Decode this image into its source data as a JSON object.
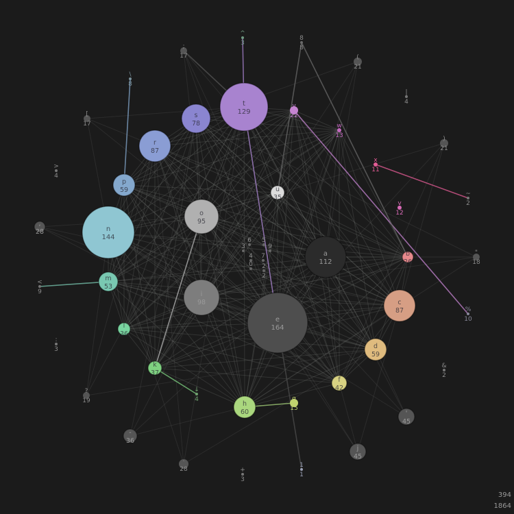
{
  "graph": {
    "nodes": [
      {
        "id": "t",
        "value": 129,
        "color": "#a883cf"
      },
      {
        "id": "s",
        "value": 78,
        "color": "#8a85d0"
      },
      {
        "id": "r",
        "value": 87,
        "color": "#8a9dd4"
      },
      {
        "id": "p",
        "value": 59,
        "color": "#84a8cd"
      },
      {
        "id": "n",
        "value": 144,
        "color": "#8fc6d2"
      },
      {
        "id": "o",
        "value": 95,
        "color": "#b0b0b0"
      },
      {
        "id": "u",
        "value": 35,
        "color": "#dcdcdc"
      },
      {
        "id": "m",
        "value": 53,
        "color": "#79c8b1"
      },
      {
        "id": "i",
        "value": 98,
        "color": "#7d7d7d"
      },
      {
        "id": "a",
        "value": 112,
        "color": "#2b2b2b"
      },
      {
        "id": "e",
        "value": 164,
        "color": "#4e4e4e"
      },
      {
        "id": "c",
        "value": 87,
        "color": "#d69e84"
      },
      {
        "id": "d",
        "value": 59,
        "color": "#dfbb7e"
      },
      {
        "id": "l",
        "value": 36,
        "color": "#79d5a0"
      },
      {
        "id": "k",
        "value": 37,
        "color": "#7fd181"
      },
      {
        "id": "f",
        "value": 42,
        "color": "#d8d282"
      },
      {
        "id": "h",
        "value": 60,
        "color": "#aad77e"
      },
      {
        "id": "g",
        "value": 15,
        "color": "#c2d46f"
      },
      {
        "id": "b",
        "value": 26,
        "color": "#e7898c"
      },
      {
        "id": "y",
        "value": 22,
        "color": "#c584d1"
      },
      {
        "id": "w",
        "value": 13,
        "color": "#c469c0"
      },
      {
        "id": "v",
        "value": 12,
        "color": "#d76ab6"
      },
      {
        "id": "x",
        "value": 11,
        "color": "#e45c95"
      },
      {
        "id": "j",
        "value": 45,
        "color": "#555555"
      },
      {
        "id": "'",
        "value": 45,
        "color": "#555555"
      },
      {
        "id": "-",
        "value": 36,
        "color": "#555555"
      },
      {
        "id": ",",
        "value": 28,
        "color": "#555555"
      },
      {
        "id": ".",
        "value": 28,
        "color": "#555555"
      },
      {
        "id": "(",
        "value": 21,
        "color": "#555555"
      },
      {
        "id": ")",
        "value": 21,
        "color": "#555555"
      },
      {
        "id": "?",
        "value": 19,
        "color": "#555555"
      },
      {
        "id": "\"",
        "value": 18,
        "color": "#555555"
      },
      {
        "id": ";",
        "value": 17,
        "color": "#555555"
      },
      {
        "id": "[",
        "value": 17,
        "color": "#555555"
      },
      {
        "id": "1",
        "value": 1,
        "color": "#9aa0b5"
      },
      {
        "id": "^",
        "value": 3,
        "color": "#6f9a82"
      },
      {
        "id": "8",
        "value": 8,
        "color": "#6a6a6a"
      },
      {
        "id": "\\",
        "value": 8,
        "color": "#79909a"
      },
      {
        "id": "|",
        "value": 4,
        "color": "#777777"
      },
      {
        "id": "~",
        "value": 2,
        "color": "#777777"
      },
      {
        "id": ">",
        "value": 4,
        "color": "#777777"
      },
      {
        "id": "<",
        "value": 9,
        "color": "#777777"
      },
      {
        "id": ":",
        "value": 3,
        "color": "#777777"
      },
      {
        "id": "%",
        "value": 10,
        "color": "#888899"
      },
      {
        "id": "&",
        "value": 2,
        "color": "#777777"
      },
      {
        "id": "↓",
        "value": 4,
        "color": "#6ea06e"
      },
      {
        "id": "+",
        "value": 3,
        "color": "#777777"
      },
      {
        "id": "6",
        "value": 0,
        "color": "#666666"
      },
      {
        "id": "5",
        "value": 0,
        "color": "#666666"
      },
      {
        "id": "3",
        "value": 0,
        "color": "#666666"
      },
      {
        "id": "9",
        "value": 0,
        "color": "#666666"
      },
      {
        "id": "4",
        "value": 0,
        "color": "#666666"
      },
      {
        "id": "7",
        "value": 0,
        "color": "#666666"
      },
      {
        "id": "2",
        "value": 2,
        "color": "#666666"
      },
      {
        "id": "0",
        "value": 0,
        "color": "#666666"
      }
    ],
    "edges_highlight": [
      [
        "t",
        "e"
      ],
      [
        "e",
        "1"
      ],
      [
        "y",
        "%"
      ],
      [
        "x",
        "~"
      ],
      [
        "p",
        "\\"
      ],
      [
        "t",
        "^"
      ],
      [
        "o",
        "k"
      ],
      [
        "k",
        "↓"
      ],
      [
        "h",
        "g"
      ],
      [
        "8",
        "b"
      ],
      [
        "8",
        "u"
      ],
      [
        ";",
        "t"
      ],
      [
        "m",
        "<"
      ]
    ],
    "edges_hub": [
      "e",
      "a",
      "n",
      "o",
      "i",
      "t",
      "c",
      "r",
      "s",
      "h",
      "d",
      "f",
      "l",
      "k",
      "m",
      "p",
      "u",
      "b",
      "y",
      "w"
    ]
  },
  "stats": {
    "nodes_count": "394",
    "edges_count": "1864"
  }
}
